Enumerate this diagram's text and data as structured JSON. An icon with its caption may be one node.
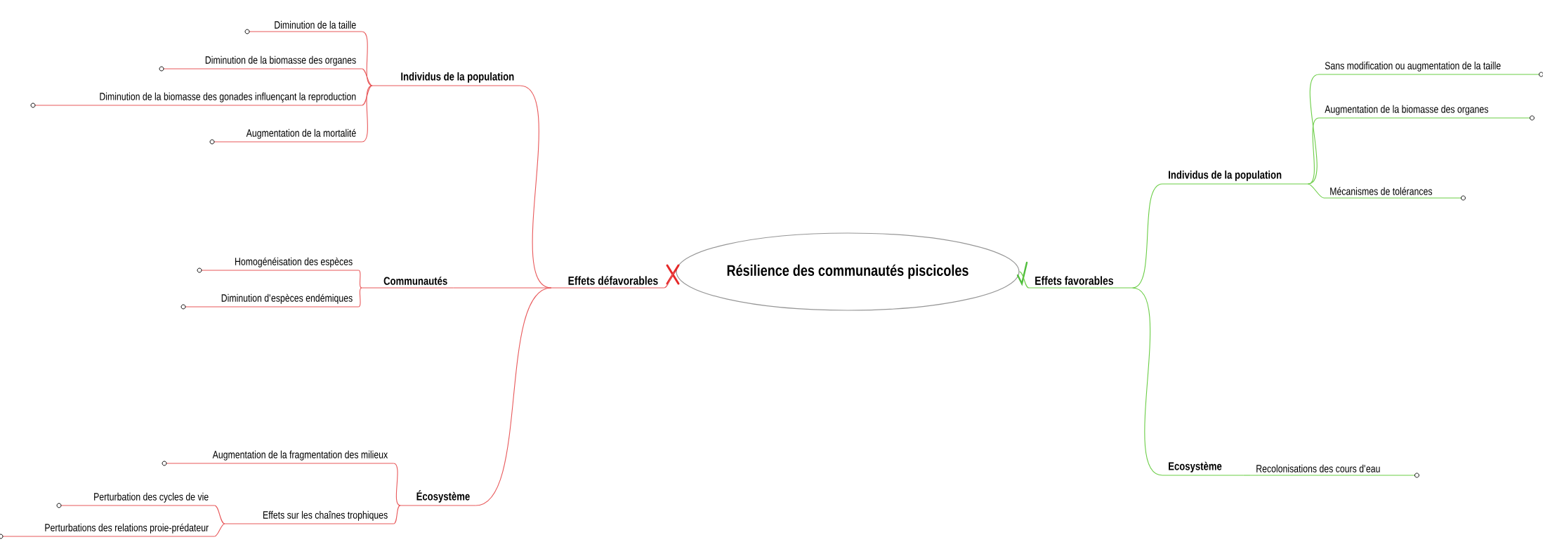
{
  "diagram": {
    "nodes": [
      {
        "text": [
          "Résilience des communautés piscicoles"
        ]
      },
      {
        "text": [
          "Effets défavorables"
        ]
      },
      {
        "text": [
          "Individus de la population"
        ]
      },
      {
        "text": [
          "Diminution de la taille"
        ]
      },
      {
        "text": [
          "Diminution de la biomasse des organes"
        ]
      },
      {
        "text": [
          "Diminution de la biomasse des gonades influençant la reproduction"
        ]
      },
      {
        "text": [
          "Augmentation de la mortalité"
        ]
      },
      {
        "text": [
          "Communautés"
        ]
      },
      {
        "text": [
          "Homogénéisation des espèces"
        ]
      },
      {
        "text": [
          "Diminution d'espèces endémiques"
        ]
      },
      {
        "text": [
          "Écosystème"
        ]
      },
      {
        "text": [
          "Augmentation de la fragmentation des milieux"
        ]
      },
      {
        "text": [
          "Effets sur les chaînes trophiques"
        ]
      },
      {
        "text": [
          "Perturbation des cycles de vie"
        ]
      },
      {
        "text": [
          "Perturbations des relations proie-prédateur"
        ]
      },
      {
        "text": [
          "Effets favorables"
        ]
      },
      {
        "text": [
          "Individus de la population"
        ]
      },
      {
        "text": [
          "Sans modification ou augmentation de la taille"
        ]
      },
      {
        "text": [
          "Augmentation de la biomasse des organes"
        ]
      },
      {
        "text": [
          "Mécanismes de tolérances"
        ]
      },
      {
        "text": [
          "Ecosystème"
        ]
      },
      {
        "text": [
          "Recolonisations des cours d'eau"
        ]
      }
    ],
    "edges": [
      {
        "from": 0,
        "to": 1,
        "arrow": "none"
      },
      {
        "from": 1,
        "to": 2,
        "arrow": "none"
      },
      {
        "from": 2,
        "to": 3,
        "arrow": "none"
      },
      {
        "from": 2,
        "to": 4,
        "arrow": "none"
      },
      {
        "from": 2,
        "to": 5,
        "arrow": "none"
      },
      {
        "from": 2,
        "to": 6,
        "arrow": "none"
      },
      {
        "from": 1,
        "to": 7,
        "arrow": "none"
      },
      {
        "from": 7,
        "to": 8,
        "arrow": "none"
      },
      {
        "from": 7,
        "to": 9,
        "arrow": "none"
      },
      {
        "from": 1,
        "to": 10,
        "arrow": "none"
      },
      {
        "from": 10,
        "to": 11,
        "arrow": "none"
      },
      {
        "from": 10,
        "to": 12,
        "arrow": "none"
      },
      {
        "from": 12,
        "to": 13,
        "arrow": "none"
      },
      {
        "from": 12,
        "to": 14,
        "arrow": "none"
      },
      {
        "from": 0,
        "to": 15,
        "arrow": "none",
        "color": "#6acd45"
      },
      {
        "from": 15,
        "to": 16,
        "arrow": "none",
        "color": "#6acd45"
      },
      {
        "from": 16,
        "to": 17,
        "arrow": "none",
        "color": "#6acd45"
      },
      {
        "from": 16,
        "to": 18,
        "arrow": "none",
        "color": "#6acd45"
      },
      {
        "from": 16,
        "to": 19,
        "arrow": "none",
        "color": "#6acd45"
      },
      {
        "from": 15,
        "to": 20,
        "arrow": "none",
        "color": "#6acd45"
      },
      {
        "from": 20,
        "to": 21,
        "arrow": "none",
        "color": "#6acd45"
      }
    ]
  }
}
